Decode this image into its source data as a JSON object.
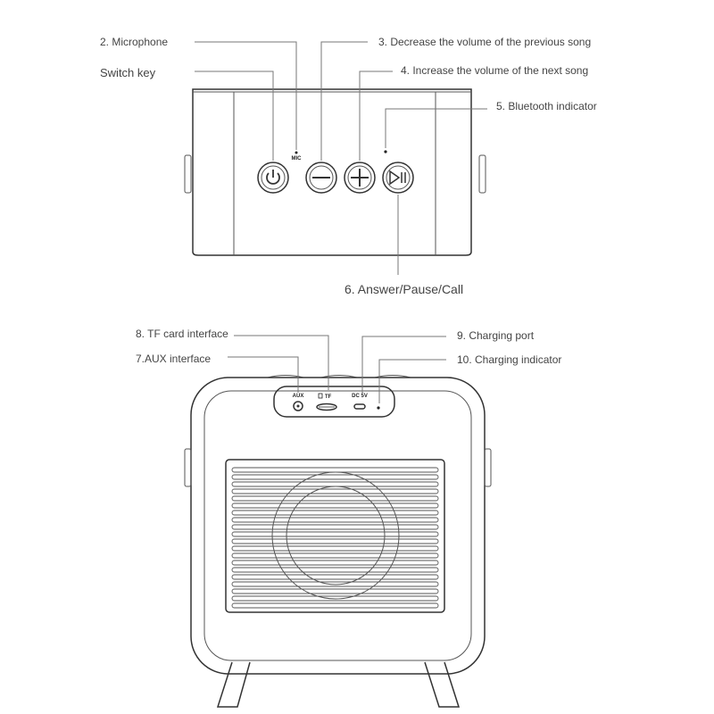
{
  "top_view": {
    "callouts": {
      "microphone": "2. Microphone",
      "switch_key": "Switch key",
      "decrease_volume": "3. Decrease the volume of the previous song",
      "increase_volume": "4. Increase the volume of the next song",
      "bluetooth_indicator": "5. Bluetooth indicator",
      "answer_pause_call": "6. Answer/Pause/Call"
    },
    "mic_marking": "MIC"
  },
  "front_view": {
    "callouts": {
      "tf_card": "8. TF card interface",
      "aux": "7.AUX interface",
      "charging_port": "9. Charging port",
      "charging_indicator": "10. Charging indicator"
    },
    "panel_markings": {
      "aux": "AUX",
      "tf": "TF",
      "dc": "DC 5V"
    }
  },
  "icons": [
    "power-icon",
    "minus-icon",
    "plus-icon",
    "play-pause-icon",
    "speaker-grille-icon"
  ]
}
